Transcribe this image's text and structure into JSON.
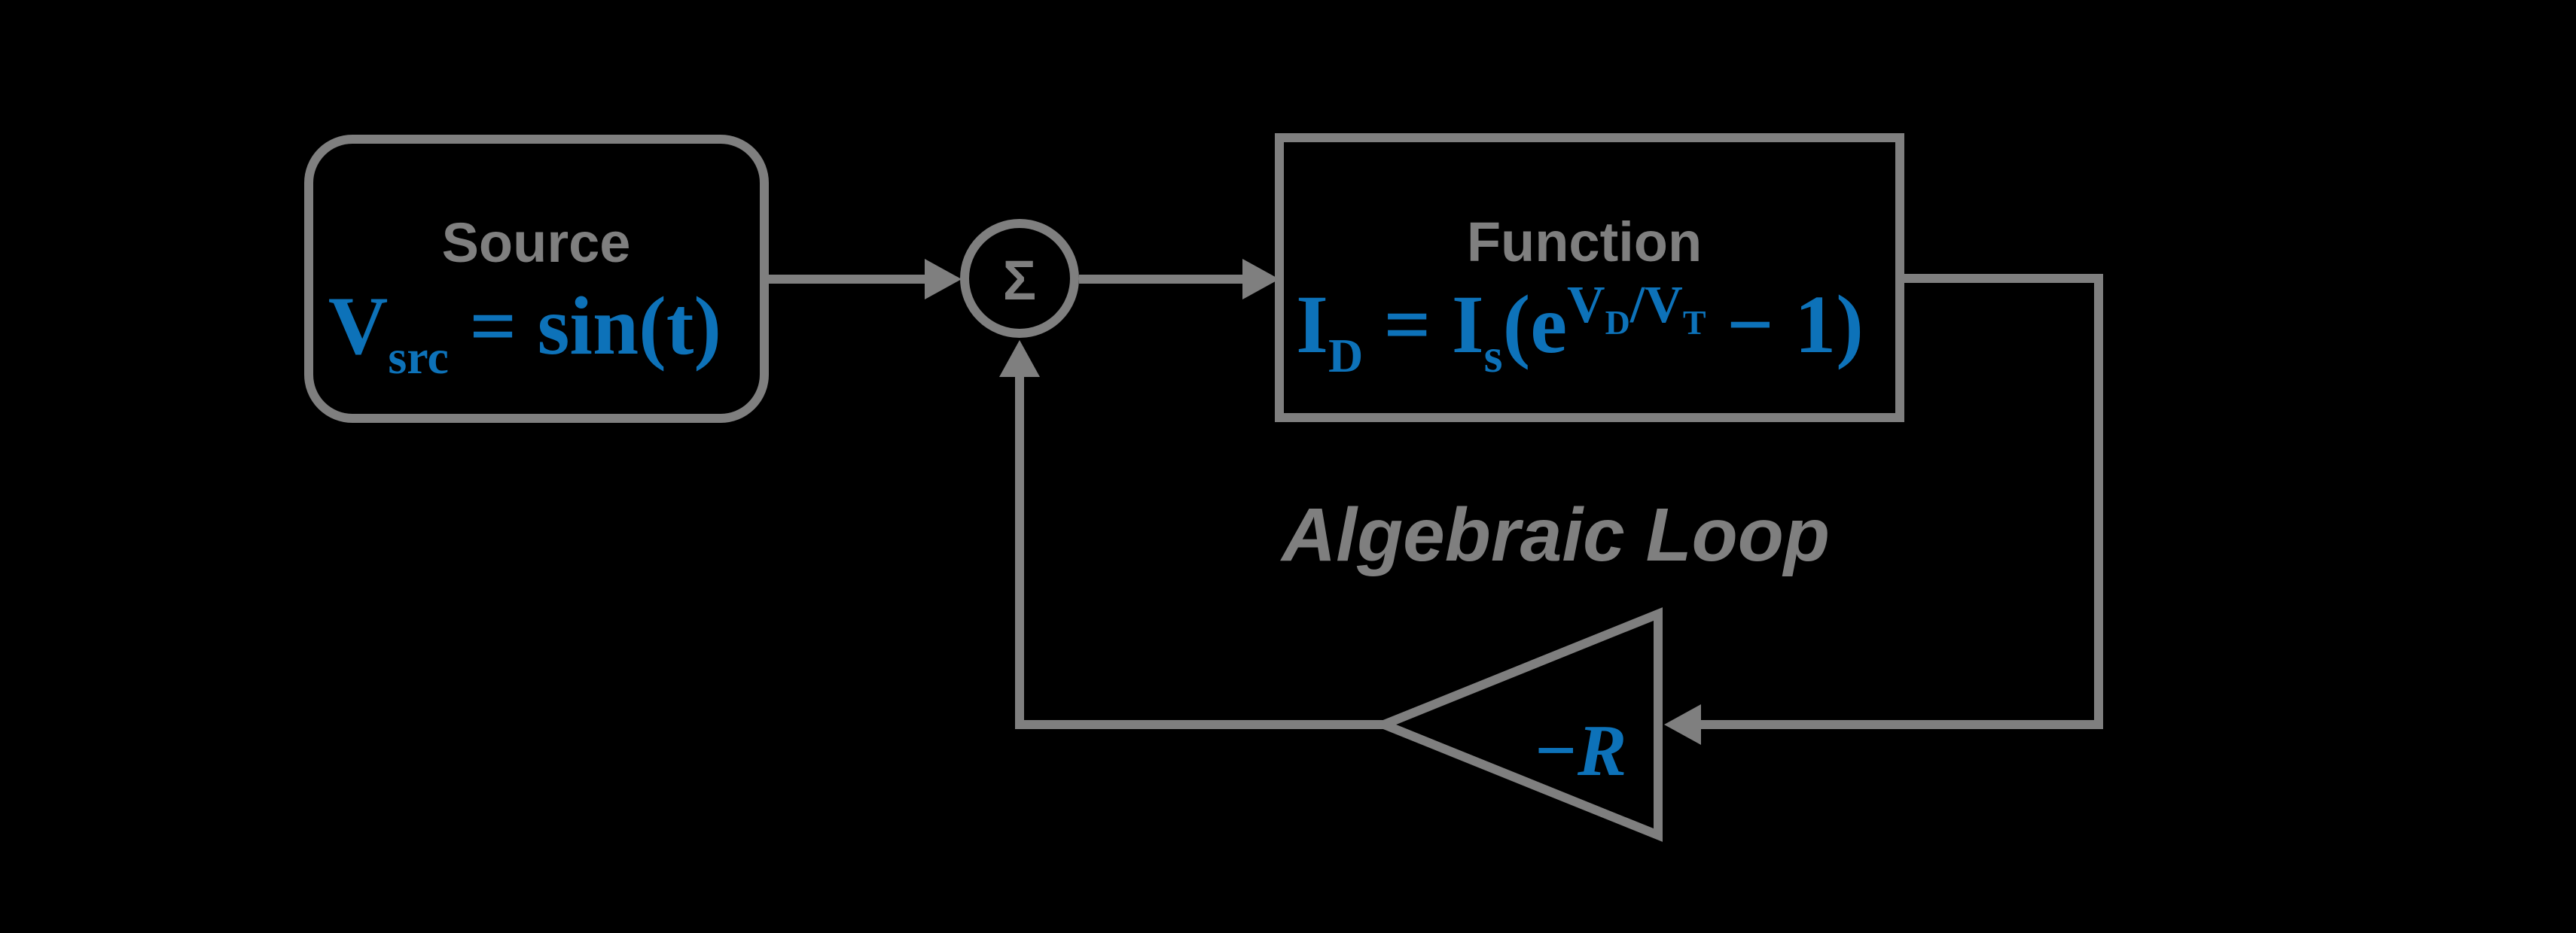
{
  "diagram": {
    "background": "#000000",
    "colors": {
      "line": "#7F7F7F",
      "text_gray": "#7F7F7F",
      "accent_blue": "#0D72B9"
    },
    "source_block": {
      "label": "Source",
      "formula": {
        "base": "V",
        "sub": "src",
        "rhs": " = sin(t)"
      }
    },
    "sum_junction": {
      "symbol": "Σ"
    },
    "function_block": {
      "label": "Function",
      "formula": {
        "p1": "I",
        "p2": "D",
        "p3": " = I",
        "p4": "s",
        "p5": "(e",
        "p6": "V",
        "p7": "D",
        "p8": "/V",
        "p9": "T",
        "p10": " − 1)"
      }
    },
    "gain_block": {
      "label": "−R"
    },
    "loop_label": "Algebraic Loop"
  }
}
